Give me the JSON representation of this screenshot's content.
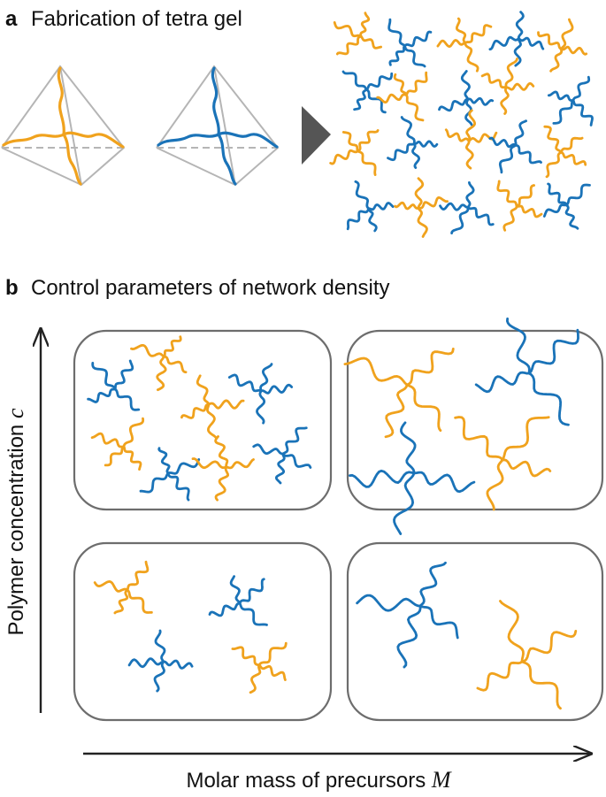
{
  "panel_a": {
    "letter": "a",
    "title": "Fabrication of tetra gel"
  },
  "panel_b": {
    "letter": "b",
    "title": "Control parameters of network density",
    "y_axis_label": "Polymer concentration ",
    "y_axis_var": "c",
    "x_axis_label": "Molar mass of precursors ",
    "x_axis_var": "M"
  },
  "colors": {
    "orange": "#f0a21d",
    "blue": "#1a73b8",
    "box_stroke": "#6d6d6d",
    "tetrahedron_edges": "#b5b5b5",
    "arrow": "#555555"
  }
}
